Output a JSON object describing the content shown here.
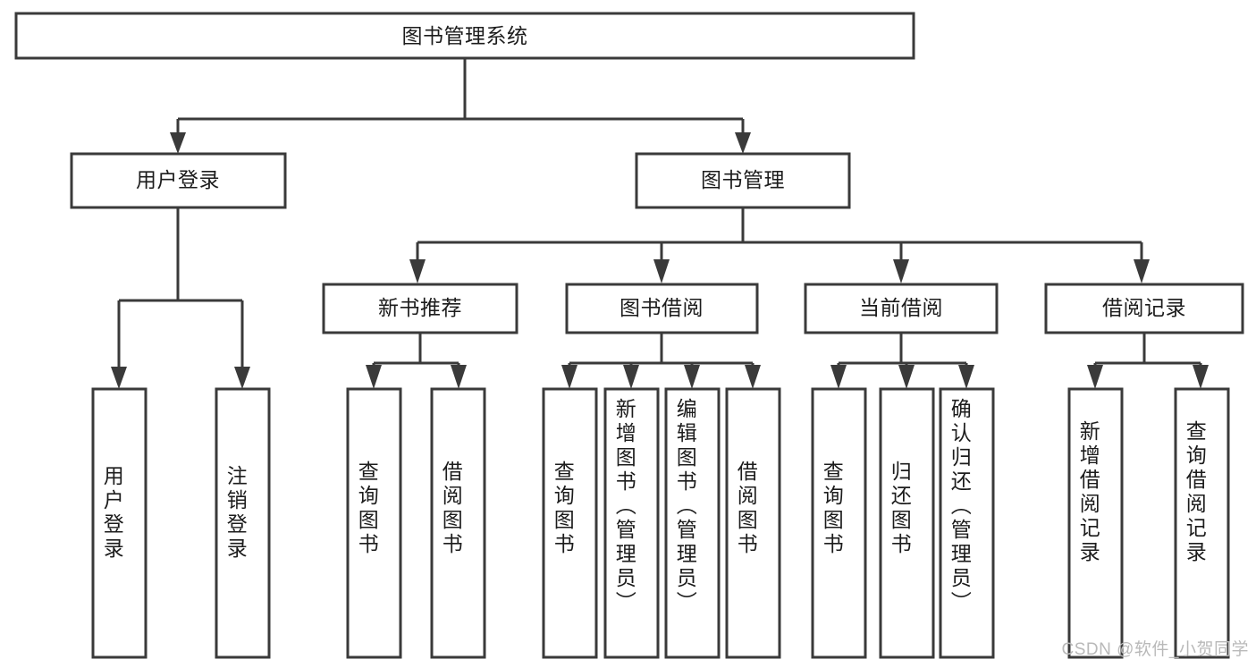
{
  "diagram": {
    "kind": "tree-hierarchy-chart",
    "title": "图书管理系统",
    "watermark": "CSDN @软件_小贺同学",
    "colors": {
      "stroke": "#3a3a3a",
      "box_fill": "#ffffff",
      "text": "#1c1c1c",
      "background": "#ffffff",
      "watermark": "#b9b9b9"
    },
    "levels": {
      "root": {
        "label": "图书管理系统"
      },
      "level1": [
        {
          "id": "user-login",
          "label": "用户登录"
        },
        {
          "id": "book-manage",
          "label": "图书管理"
        }
      ],
      "level2": [
        {
          "id": "new-book-recommend",
          "label": "新书推荐",
          "parent": "book-manage"
        },
        {
          "id": "book-borrow",
          "label": "图书借阅",
          "parent": "book-manage"
        },
        {
          "id": "current-borrow",
          "label": "当前借阅",
          "parent": "book-manage"
        },
        {
          "id": "borrow-record",
          "label": "借阅记录",
          "parent": "book-manage"
        }
      ],
      "leaves": [
        {
          "id": "leaf-user-login",
          "label": "用户登录",
          "parent": "user-login"
        },
        {
          "id": "leaf-user-logout",
          "label": "注销登录",
          "parent": "user-login"
        },
        {
          "id": "leaf-query-book-1",
          "label": "查询图书",
          "parent": "new-book-recommend"
        },
        {
          "id": "leaf-borrow-book-1",
          "label": "借阅图书",
          "parent": "new-book-recommend"
        },
        {
          "id": "leaf-query-book-2",
          "label": "查询图书",
          "parent": "book-borrow"
        },
        {
          "id": "leaf-add-book",
          "label": "新增图书（管理员）",
          "parent": "book-borrow"
        },
        {
          "id": "leaf-edit-book",
          "label": "编辑图书（管理员）",
          "parent": "book-borrow"
        },
        {
          "id": "leaf-borrow-book-2",
          "label": "借阅图书",
          "parent": "book-borrow"
        },
        {
          "id": "leaf-query-book-3",
          "label": "查询图书",
          "parent": "current-borrow"
        },
        {
          "id": "leaf-return-book",
          "label": "归还图书",
          "parent": "current-borrow"
        },
        {
          "id": "leaf-confirm-return",
          "label": "确认归还（管理员）",
          "parent": "current-borrow"
        },
        {
          "id": "leaf-add-record",
          "label": "新增借阅记录",
          "parent": "borrow-record"
        },
        {
          "id": "leaf-query-record",
          "label": "查询借阅记录",
          "parent": "borrow-record"
        }
      ]
    }
  }
}
